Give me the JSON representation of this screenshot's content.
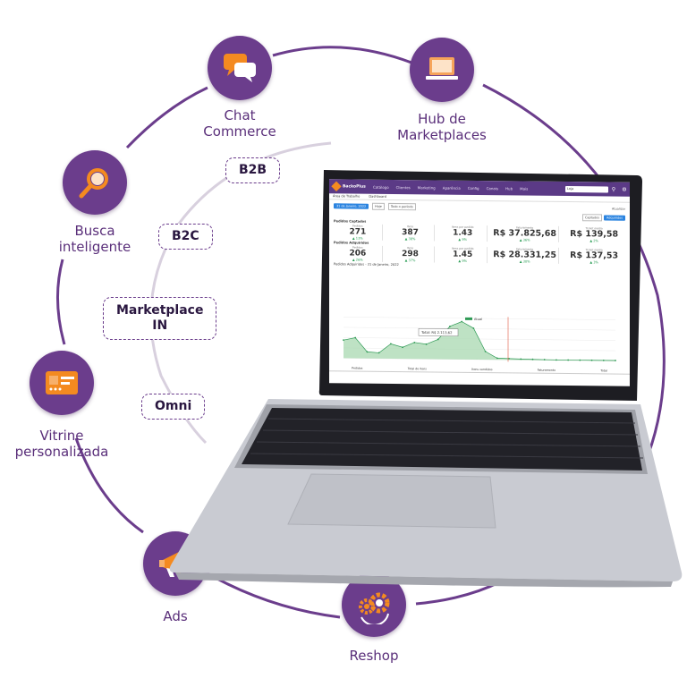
{
  "colors": {
    "primary": "#6b3d8c",
    "label": "#5a2f7a",
    "orange": "#f48a20",
    "nav": "#5b3a86",
    "up": "#2a9d55",
    "chart_fill": "#a8d8b0",
    "chart_line": "#2f9a55",
    "marker": "#e0553d"
  },
  "ring_items": [
    {
      "label_lines": [
        "Chat",
        "Commerce"
      ],
      "icon": "chat-bubbles-icon"
    },
    {
      "label_lines": [
        "Hub de",
        "Marketplaces"
      ],
      "icon": "laptop-icon"
    },
    {
      "label_lines": [
        "Busca",
        "inteligente"
      ],
      "icon": "magnifier-icon"
    },
    {
      "label_lines": [
        "Vitrine",
        "personalizada"
      ],
      "icon": "storefront-card-icon"
    },
    {
      "label_lines": [
        "Ads"
      ],
      "icon": "megaphone-icon"
    },
    {
      "label_lines": [
        "Reshop"
      ],
      "icon": "gears-icon"
    }
  ],
  "pills": [
    {
      "lines": [
        "B2B"
      ]
    },
    {
      "lines": [
        "B2C"
      ]
    },
    {
      "lines": [
        "Marketplace",
        "IN"
      ]
    },
    {
      "lines": [
        "Omni"
      ]
    }
  ],
  "screen": {
    "brand": "BackoPlus",
    "nav": [
      "Catálogo",
      "Clientes",
      "Marketing",
      "Aparência",
      "Config",
      "Canais",
      "Hub",
      "Mais"
    ],
    "store_select": "Loja",
    "tabs": [
      "Área de Trabalho",
      "Dashboard"
    ],
    "section_captured": "Pedidos Captados",
    "section_approved": "Pedidos Adquiridos",
    "buttons": {
      "captured": "Captados",
      "approved": "Adquiridos",
      "refresh": "Atualizar",
      "period": "Todo o período",
      "today": "Hoje",
      "date": "31 de Janeiro, 2022"
    },
    "captured": [
      {
        "cap": "Pedidos",
        "val": "271",
        "pct": "13%"
      },
      {
        "cap": "Itens",
        "val": "387",
        "pct": "38%"
      },
      {
        "cap": "Itens por pedido",
        "val": "1.43",
        "pct": "9%"
      },
      {
        "cap": "Faturamento",
        "val": "R$ 37.825,68",
        "pct": "36%"
      },
      {
        "cap": "Ticket médio",
        "val": "R$ 139,58",
        "pct": "2%"
      }
    ],
    "approved": [
      {
        "cap": "Pedidos",
        "val": "206",
        "pct": "26%"
      },
      {
        "cap": "Itens",
        "val": "298",
        "pct": "37%"
      },
      {
        "cap": "Itens por pedido",
        "val": "1.45",
        "pct": "9%"
      },
      {
        "cap": "Faturamento",
        "val": "R$ 28.331,25",
        "pct": "30%"
      },
      {
        "cap": "Ticket médio",
        "val": "R$ 137,53",
        "pct": "3%"
      }
    ],
    "chart_title": "Pedidos Adquiridos - 31 de Janeiro, 2022",
    "tooltip": "Total: R$ 2.113,62",
    "legend": "Atual",
    "table_headers": [
      "Pedidos",
      "Total de itens",
      "Itens vendidos",
      "Faturamento",
      "Total"
    ]
  },
  "chart_data": {
    "type": "area",
    "x": [
      0,
      1,
      2,
      3,
      4,
      5,
      6,
      7,
      8,
      9,
      10,
      11,
      12,
      13,
      14,
      15,
      16,
      17,
      18,
      19,
      20,
      21,
      22,
      23
    ],
    "values": [
      1100,
      1250,
      400,
      350,
      900,
      700,
      1000,
      900,
      1200,
      2000,
      2300,
      1900,
      500,
      100,
      80,
      60,
      50,
      40,
      30,
      30,
      30,
      30,
      30,
      30
    ],
    "ylim": [
      0,
      2500
    ]
  }
}
